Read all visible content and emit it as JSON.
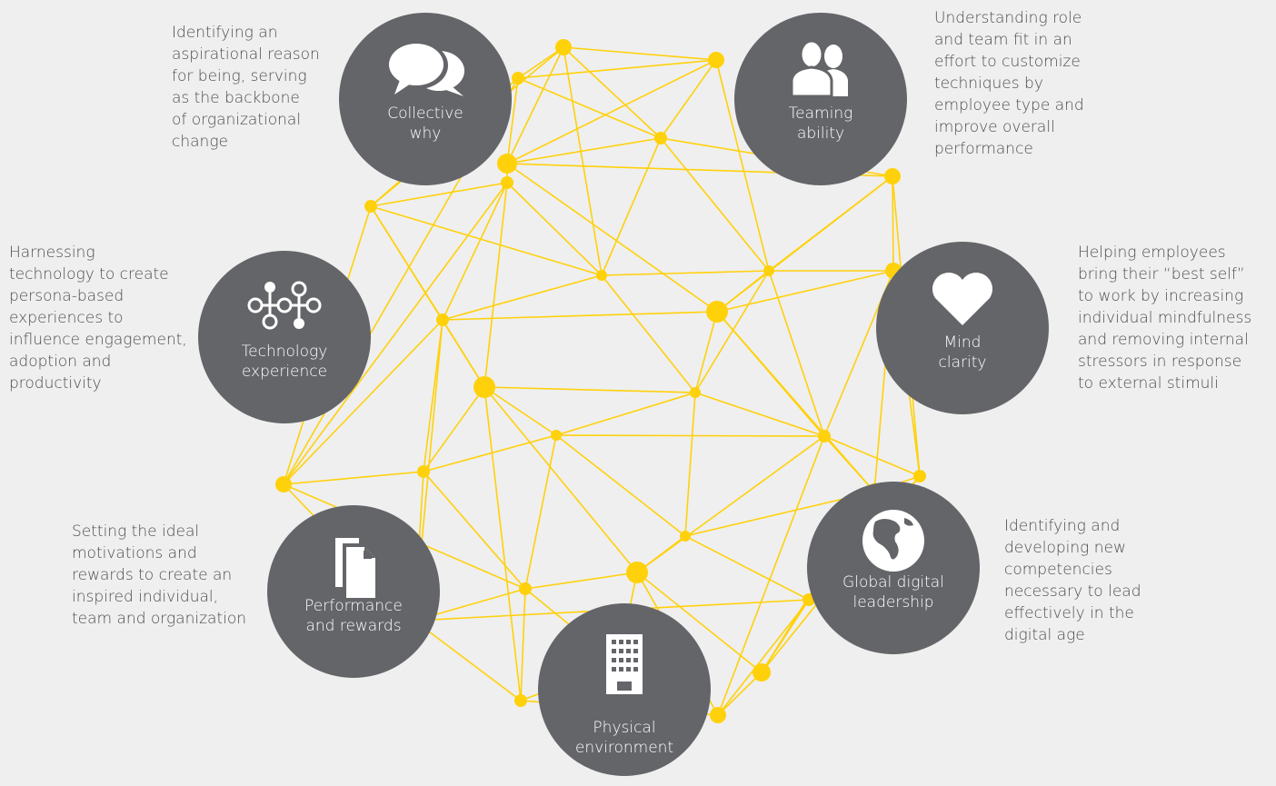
{
  "colors": {
    "background": "#efefef",
    "hub_fill": "#646569",
    "network_yellow": "#ffd10b",
    "text": "#4d4d4f"
  },
  "hubs": [
    {
      "id": "collective-why",
      "label": "Collective\nwhy",
      "icon": "speech-bubbles-icon",
      "description": "Identifying an\naspirational reason\nfor being, serving\nas the backbone\nof organizational\nchange"
    },
    {
      "id": "teaming-ability",
      "label": "Teaming\nability",
      "icon": "people-icon",
      "description": "Understanding role\nand team fit in an\neffort to customize\ntechniques by\nemployee type and\nimprove overall\nperformance"
    },
    {
      "id": "mind-clarity",
      "label": "Mind\nclarity",
      "icon": "heart-icon",
      "description": "Helping employees\nbring their “best self”\nto work by increasing\nindividual mindfulness\nand removing internal\nstressors in response\nto external stimuli"
    },
    {
      "id": "global-digital-leadership",
      "label": "Global digital\nleadership",
      "icon": "globe-icon",
      "description": "Identifying and\ndeveloping new\ncompetencies\nnecessary to lead\neffectively in the\ndigital age"
    },
    {
      "id": "physical-environment",
      "label": "Physical\nenvironment",
      "icon": "building-icon",
      "description": ""
    },
    {
      "id": "performance-rewards",
      "label": "Performance\nand rewards",
      "icon": "documents-icon",
      "description": "Setting the ideal\nmotivations and\nrewards to create an\ninspired individual,\nteam and organization"
    },
    {
      "id": "technology-experience",
      "label": "Technology\nexperience",
      "icon": "network-nodes-icon",
      "description": "Harnessing\ntechnology to create\npersona-based\nexperiences to\ninfluence engagement,\nadoption and\nproductivity"
    }
  ]
}
